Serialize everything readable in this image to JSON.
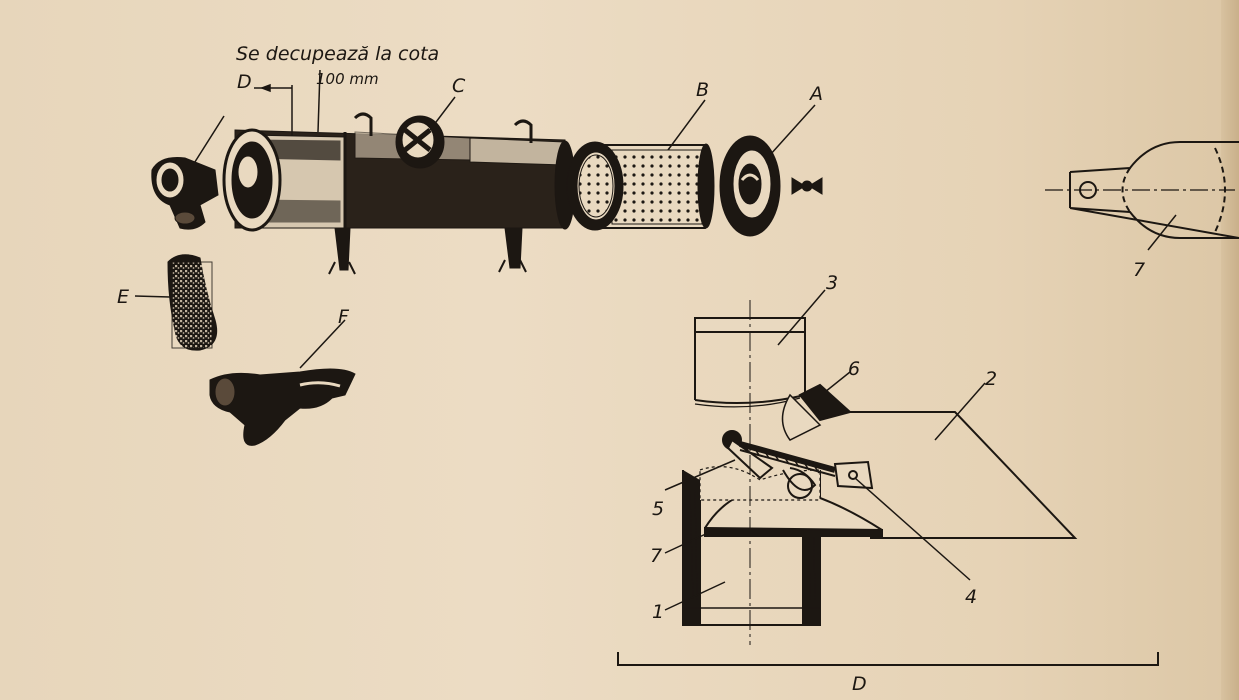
{
  "annotation": {
    "cut_note": "Se decupează la cota",
    "dimension": "100 mm"
  },
  "labels": {
    "A": "A",
    "B": "B",
    "C": "C",
    "D_top": "D",
    "E": "E",
    "F": "F",
    "n1": "1",
    "n2": "2",
    "n3": "3",
    "n4": "4",
    "n5": "5",
    "n6": "6",
    "n7_left": "7",
    "n7_right": "7",
    "D_bottom": "D"
  },
  "colors": {
    "ink": "#1c1712",
    "paper": "#e9d9c0"
  }
}
